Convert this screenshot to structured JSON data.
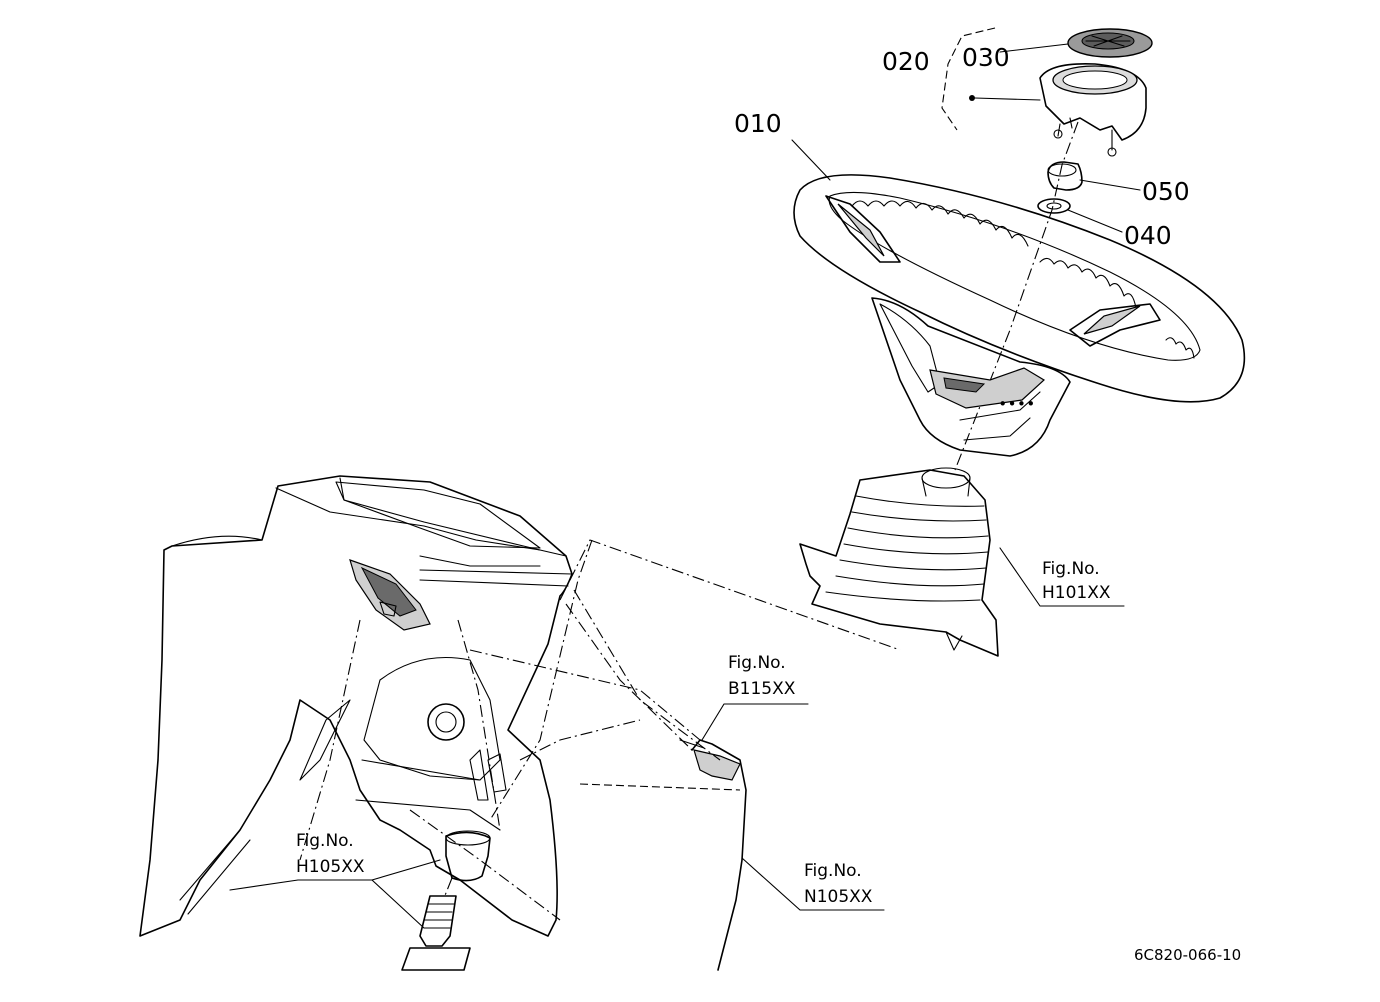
{
  "parts": {
    "p010": "010",
    "p020": "020",
    "p030": "030",
    "p040": "040",
    "p050": "050"
  },
  "figure_refs": {
    "h101": {
      "line1": "Fig.No.",
      "line2": "H101XX"
    },
    "b115": {
      "line1": "Fig.No.",
      "line2": "B115XX"
    },
    "h105": {
      "line1": "Fig.No.",
      "line2": "H105XX"
    },
    "n105": {
      "line1": "Fig.No.",
      "line2": "N105XX"
    }
  },
  "drawing_code": "6C820-066-10"
}
